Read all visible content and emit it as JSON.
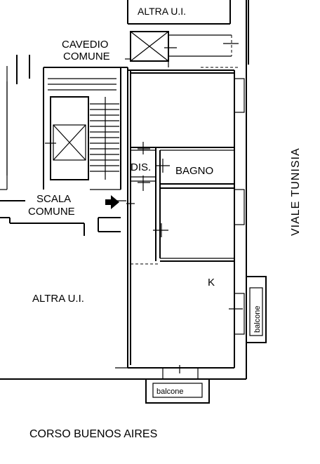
{
  "labels": {
    "altra_ui_top": "ALTRA U.I.",
    "cavedio_line1": "CAVEDIO",
    "cavedio_line2": "COMUNE",
    "dis": "DIS.",
    "bagno": "BAGNO",
    "viale_tunisia": "VIALE TUNISIA",
    "scala_line1": "SCALA",
    "scala_line2": "COMUNE",
    "k": "K",
    "altra_ui_left": "ALTRA U.I.",
    "balcone_right": "balcone",
    "balcone_bottom": "balcone",
    "corso_buenos_aires": "CORSO BUENOS AIRES"
  }
}
